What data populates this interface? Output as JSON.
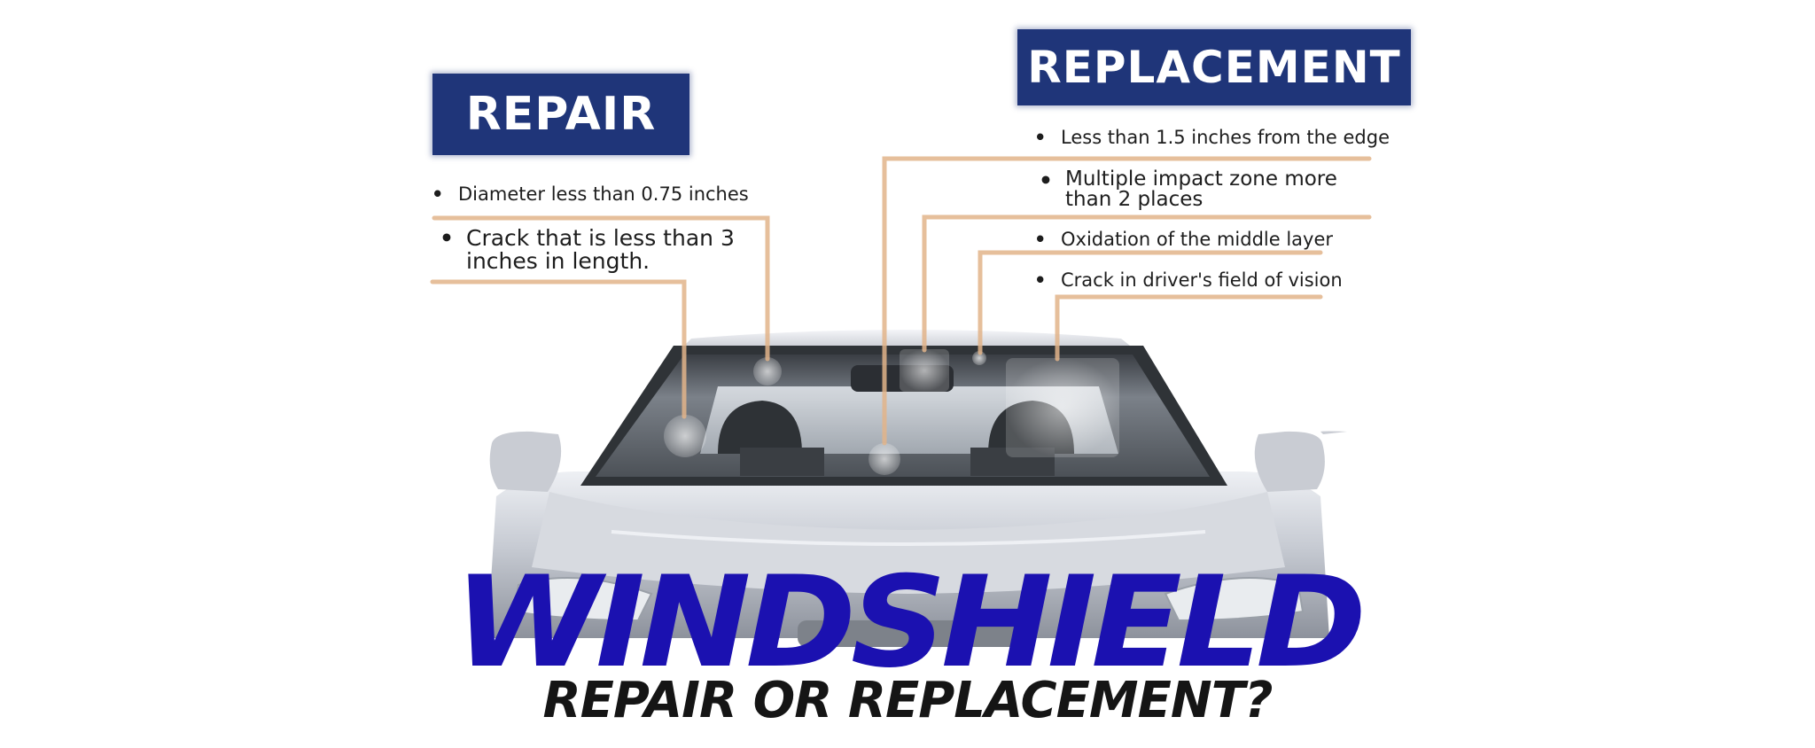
{
  "repair": {
    "heading": "REPAIR",
    "items": [
      "Diameter less than 0.75 inches",
      "Crack that is less than 3 inches in length."
    ]
  },
  "replacement": {
    "heading": "REPLACEMENT",
    "items": [
      "Less than 1.5 inches from the edge",
      "Multiple impact zone more than 2 places",
      "Oxidation of the middle layer",
      "Crack in driver's field of vision"
    ]
  },
  "title": "WINDSHIELD",
  "subtitle": "REPAIR OR REPLACEMENT?",
  "colors": {
    "banner": "#1f3579",
    "title": "#1b11b0",
    "leader_line": "#e2b48a"
  },
  "image": "front-view silver car with windshield damage markers"
}
